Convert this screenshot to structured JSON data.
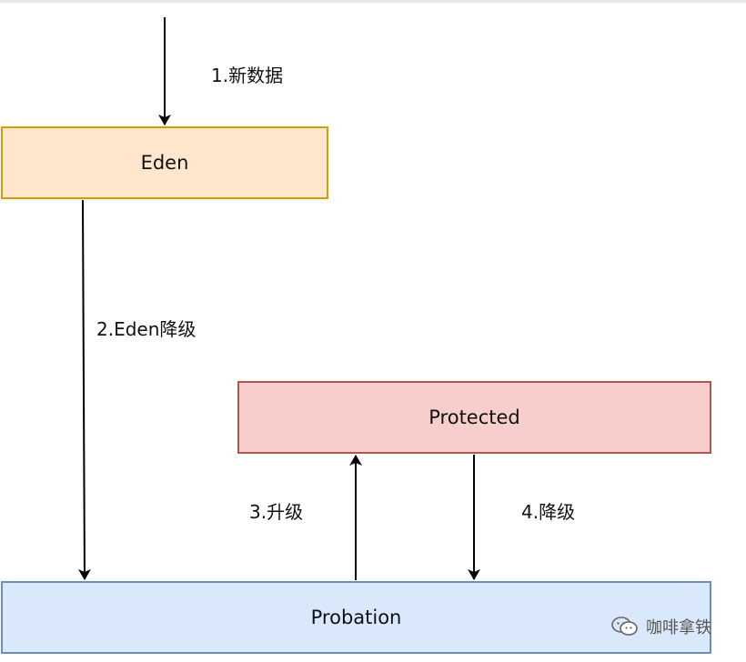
{
  "nodes": {
    "eden": "Eden",
    "protected": "Protected",
    "probation": "Probation"
  },
  "edges": {
    "new_data": "1.新数据",
    "eden_demote": "2.Eden降级",
    "promote": "3.升级",
    "demote": "4.降级"
  },
  "watermark": {
    "text": "咖啡拿铁",
    "icon": "wechat-icon"
  },
  "colors": {
    "eden_fill": "#ffe6cc",
    "eden_border": "#d79b00",
    "protected_fill": "#f8cecc",
    "protected_border": "#b85450",
    "probation_fill": "#dae8fc",
    "probation_border": "#6c8ebf",
    "arrow": "#000000"
  }
}
